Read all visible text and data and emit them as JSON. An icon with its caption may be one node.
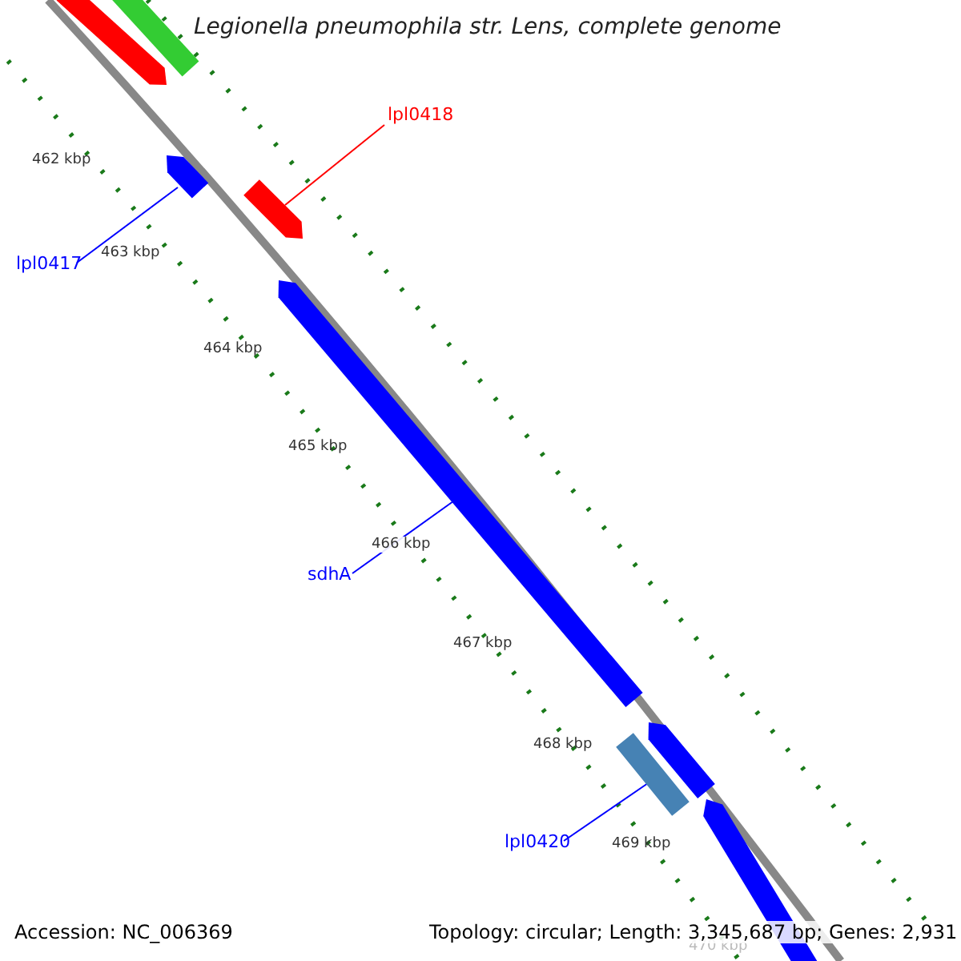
{
  "diagram": {
    "title": "Legionella pneumophila str. Lens, complete genome",
    "nodes": [
      {
        "text": [],
        "shape": "arrow"
      },
      {
        "text": [],
        "shape": "bar"
      },
      {
        "text": [
          "lpl0418"
        ]
      },
      {
        "text": [],
        "shape": "arrow"
      },
      {
        "text": [
          "lpl0417"
        ]
      },
      {
        "text": [],
        "shape": "arrow"
      },
      {
        "text": [
          "sdhA"
        ]
      },
      {
        "text": [],
        "shape": "arrow"
      },
      {
        "text": [],
        "shape": "arrow"
      },
      {
        "text": [],
        "shape": "bar"
      },
      {
        "text": [
          "lpl0420"
        ]
      },
      {
        "text": [],
        "shape": "arrow"
      }
    ],
    "edges": [
      {
        "from": 2,
        "to": 5,
        "arrow": "none",
        "color": "#ff0000"
      },
      {
        "from": 4,
        "to": 3,
        "arrow": "none"
      },
      {
        "from": 6,
        "to": 7,
        "arrow": "none"
      },
      {
        "from": 10,
        "to": 9,
        "arrow": "none"
      }
    ],
    "labels": [
      "462 kbp",
      "463 kbp",
      "464 kbp",
      "465 kbp",
      "466 kbp",
      "467 kbp",
      "468 kbp",
      "469 kbp",
      "470 kbp",
      "Accession: NC_006369",
      "Topology: circular; Length: 3,345,687 bp; Genes: 2,931"
    ]
  }
}
